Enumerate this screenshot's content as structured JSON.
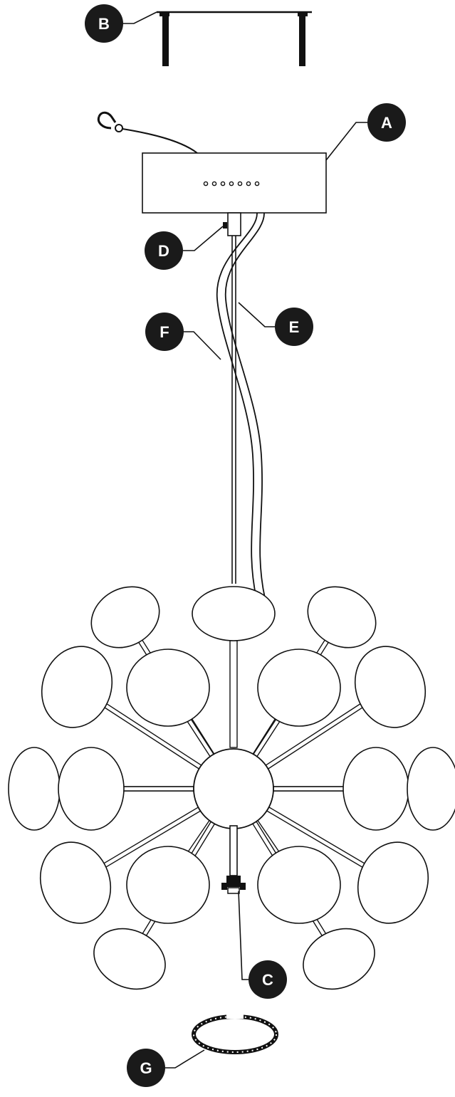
{
  "diagram": {
    "colors": {
      "ink": "#111111",
      "paper": "#ffffff",
      "callout_fill": "#1a1a1a",
      "callout_text": "#ffffff"
    },
    "callouts": {
      "A": {
        "letter": "A"
      },
      "B": {
        "letter": "B"
      },
      "C": {
        "letter": "C"
      },
      "D": {
        "letter": "D"
      },
      "E": {
        "letter": "E"
      },
      "F": {
        "letter": "F"
      },
      "G": {
        "letter": "G"
      }
    }
  }
}
